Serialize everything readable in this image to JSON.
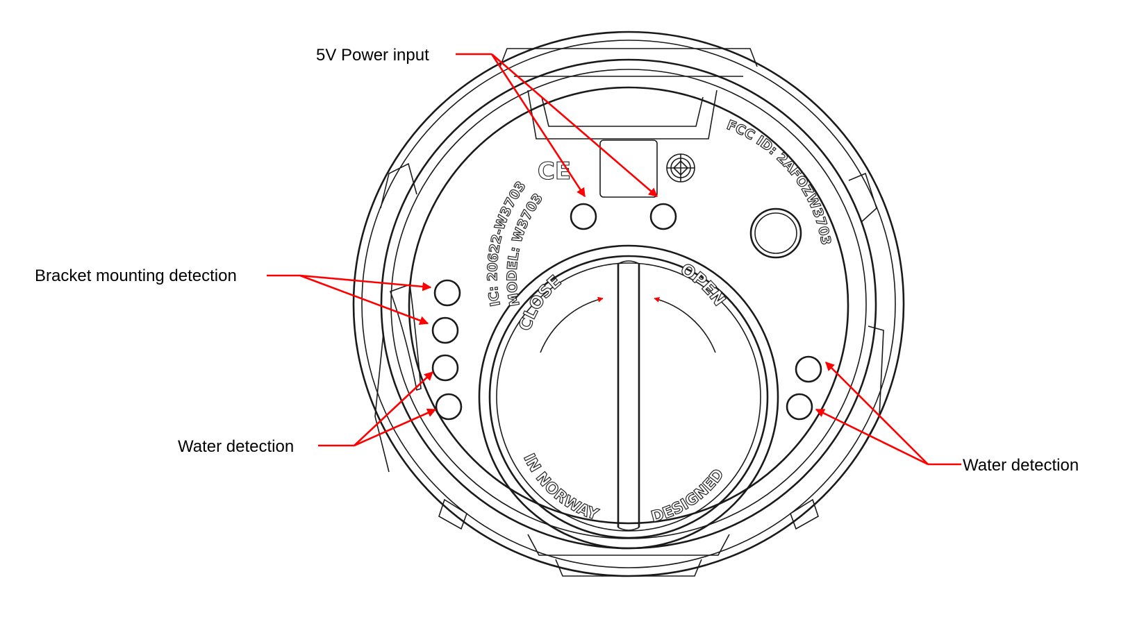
{
  "colors": {
    "annotation": "#ff0000",
    "linework": "#1a1a1a",
    "background": "#ffffff"
  },
  "callouts": {
    "power_input": "5V Power input",
    "bracket_detection": "Bracket mounting detection",
    "water_left": "Water detection",
    "water_right": "Water detection"
  },
  "device_markings": {
    "ic_number": "IC: 20622-W3703",
    "model": "MODEL: W3703",
    "fcc_id": "FCC ID: 2AFOZW3703",
    "ce_mark": "CE",
    "close": "CLOSE",
    "open": "OPEN",
    "in_norway": "IN NORWAY",
    "designed": "DESIGNED"
  }
}
